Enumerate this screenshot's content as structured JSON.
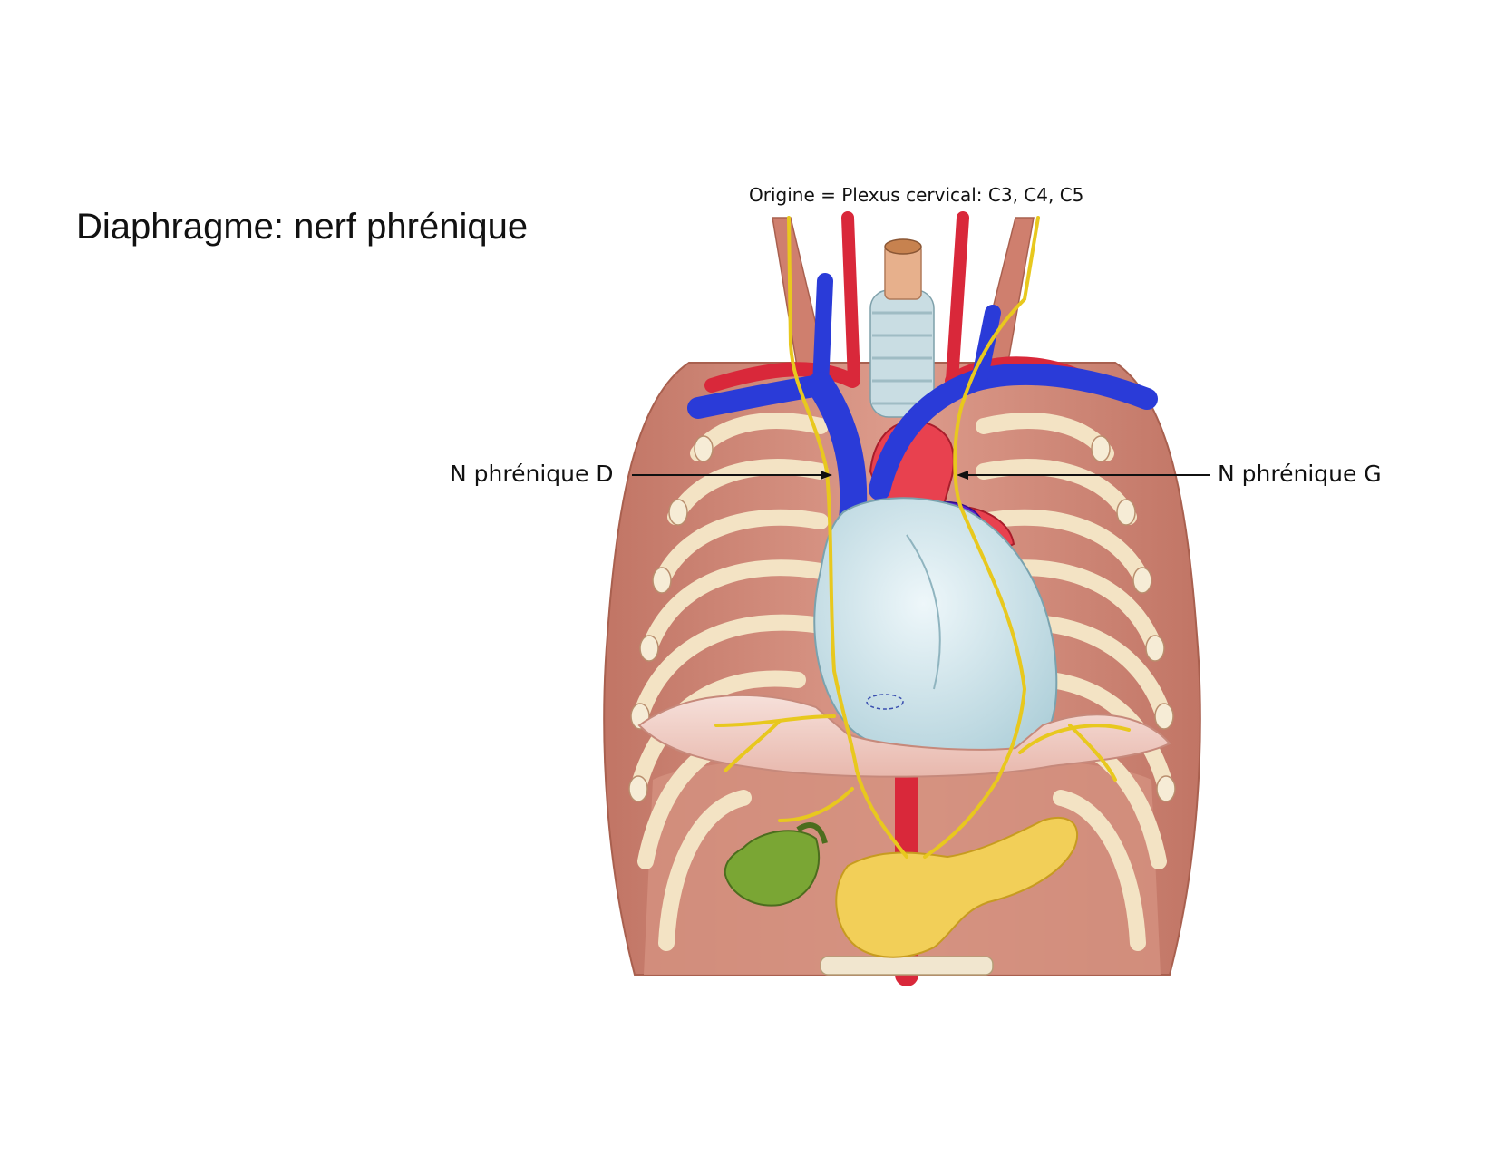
{
  "slide": {
    "title": "Diaphragme: nerf phrénique"
  },
  "figure": {
    "origin_label": "Origine = Plexus cervical: C3, C4, C5",
    "labels": {
      "right_nerve": "N phrénique D",
      "left_nerve": "N phrénique G"
    }
  },
  "colors": {
    "vein": "#2a3bd8",
    "artery": "#d9283a",
    "nerve": "#e8c81e",
    "heart": "#cde3ea",
    "muscle": "#cf8a7a",
    "rib": "#f3e3c4",
    "pancreas": "#f2cf58",
    "gallbladder": "#7aa634",
    "diaphragm": "#f1d2cc"
  }
}
